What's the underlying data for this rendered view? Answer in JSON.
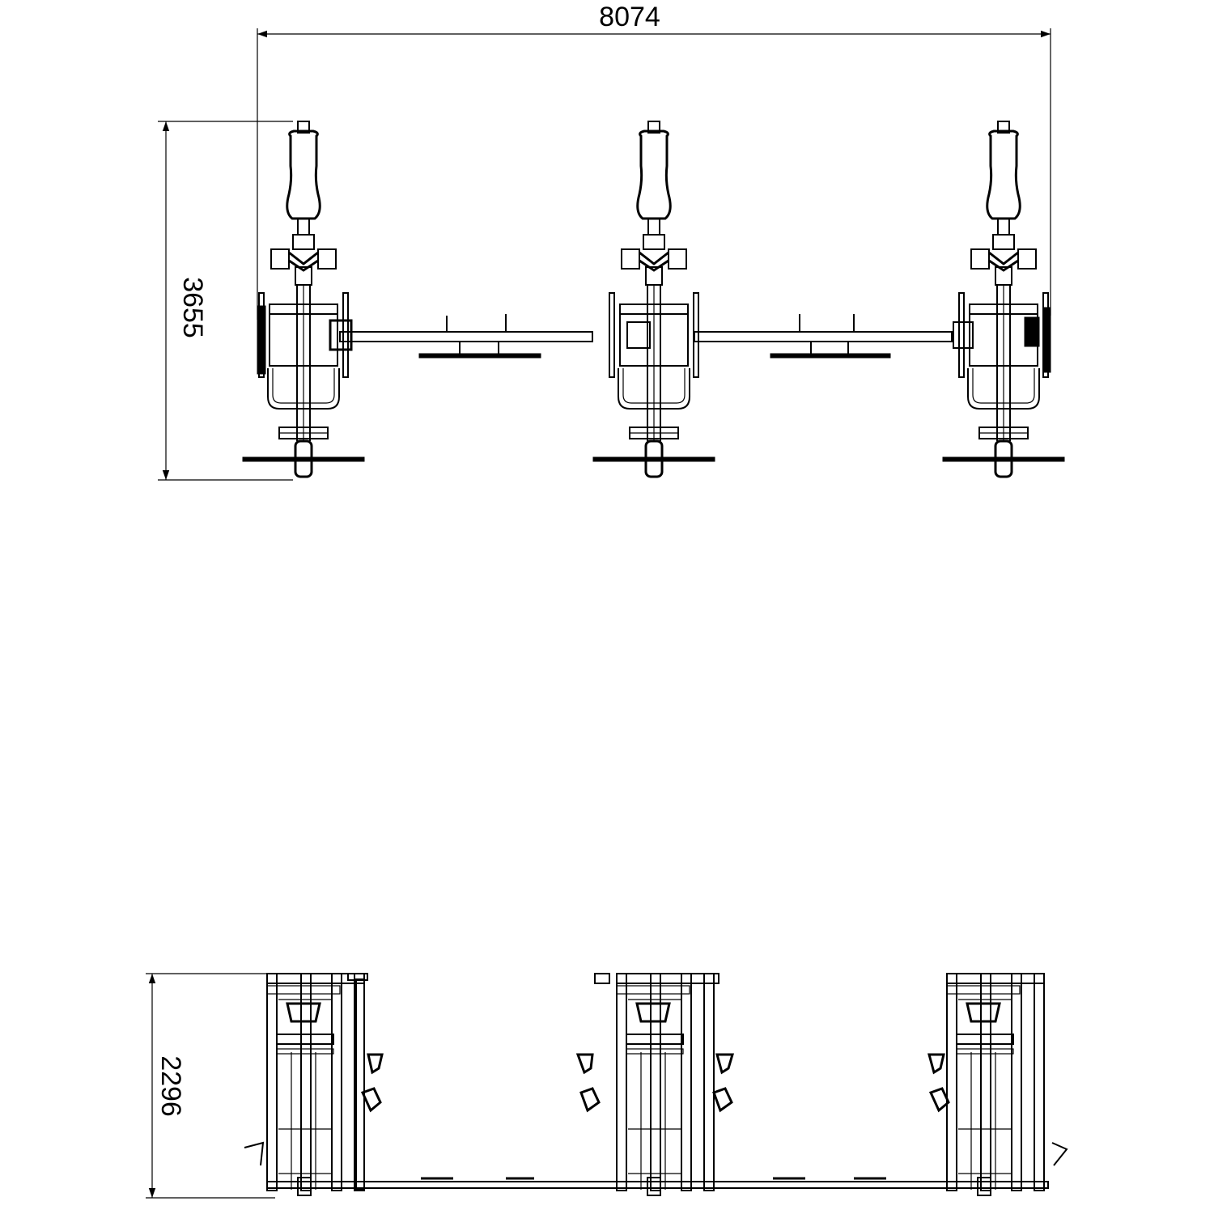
{
  "dimensions": {
    "overall_width": "8074",
    "top_view_depth": "3655",
    "front_view_height": "2296"
  },
  "colors": {
    "background": "#ffffff",
    "line": "#000000"
  }
}
